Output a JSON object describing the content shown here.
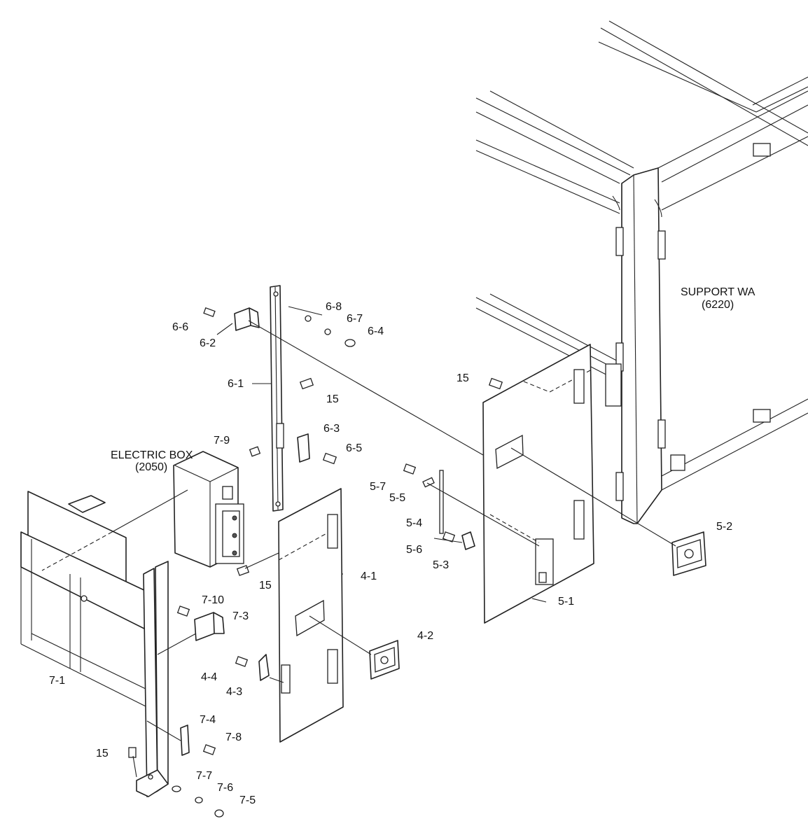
{
  "labels": {
    "support_wa": "SUPPORT WA",
    "support_wa_no": "(6220)",
    "electric_box": "ELECTRIC BOX",
    "electric_box_no": "(2050)",
    "p6_8": "6-8",
    "p6_7": "6-7",
    "p6_6": "6-6",
    "p6_4": "6-4",
    "p6_2": "6-2",
    "p6_1": "6-1",
    "p15_a": "15",
    "p15_b": "15",
    "p15_c": "15",
    "p15_d": "15",
    "p6_3": "6-3",
    "p6_5": "6-5",
    "p7_9": "7-9",
    "p5_7": "5-7",
    "p5_5": "5-5",
    "p5_4": "5-4",
    "p5_6": "5-6",
    "p5_3": "5-3",
    "p5_2": "5-2",
    "p5_1": "5-1",
    "p4_1": "4-1",
    "p4_2": "4-2",
    "p4_3": "4-3",
    "p4_4": "4-4",
    "p7_10": "7-10",
    "p7_3": "7-3",
    "p7_1": "7-1",
    "p7_4": "7-4",
    "p7_8": "7-8",
    "p7_7": "7-7",
    "p7_6": "7-6",
    "p7_5": "7-5"
  }
}
